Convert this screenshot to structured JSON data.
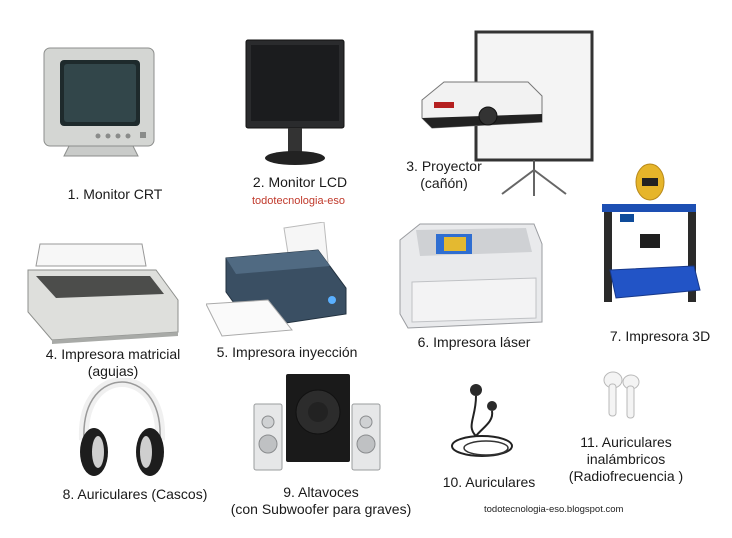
{
  "items": [
    {
      "caption_lines": [
        "1. Monitor CRT"
      ],
      "icon": "crt-monitor-icon"
    },
    {
      "caption_lines": [
        "2. Monitor LCD"
      ],
      "icon": "lcd-monitor-icon"
    },
    {
      "caption_lines": [
        "3. Proyector",
        "(cañón)"
      ],
      "icon": "projector-icon"
    },
    {
      "caption_lines": [
        "4. Impresora matricial",
        "(agujas)"
      ],
      "icon": "dot-matrix-printer-icon"
    },
    {
      "caption_lines": [
        "5. Impresora inyección"
      ],
      "icon": "inkjet-printer-icon"
    },
    {
      "caption_lines": [
        "6. Impresora láser"
      ],
      "icon": "laser-printer-icon"
    },
    {
      "caption_lines": [
        "7. Impresora 3D"
      ],
      "icon": "3d-printer-icon"
    },
    {
      "caption_lines": [
        "8. Auriculares (Cascos)"
      ],
      "icon": "headphones-icon"
    },
    {
      "caption_lines": [
        "9. Altavoces",
        "(con Subwoofer para graves)"
      ],
      "icon": "speakers-icon"
    },
    {
      "caption_lines": [
        "10. Auriculares"
      ],
      "icon": "earphones-icon"
    },
    {
      "caption_lines": [
        "11. Auriculares",
        "inalámbricos",
        "(Radiofrecuencia  )"
      ],
      "icon": "wireless-earbuds-icon"
    }
  ],
  "watermark_red": "todotecnologia-eso",
  "watermark_blog": "todotecnologia-eso.blogspot.com",
  "colors": {
    "accent_red": "#c0392b",
    "text": "#1a1a1a"
  }
}
